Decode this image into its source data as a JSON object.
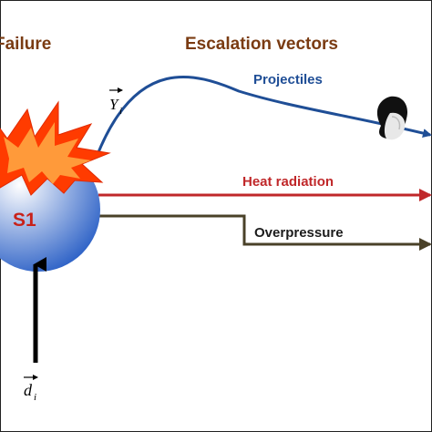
{
  "headings": {
    "left": "Failure",
    "right": "Escalation vectors"
  },
  "source": {
    "label": "S1"
  },
  "vectors": {
    "y": {
      "symbol": "Y",
      "subscript": "i"
    },
    "d": {
      "symbol": "d",
      "subscript": "i"
    }
  },
  "escalation": [
    {
      "key": "projectiles",
      "label": "Projectiles",
      "color": "#1f4e96"
    },
    {
      "key": "heat",
      "label": "Heat radiation",
      "color": "#c0282a"
    },
    {
      "key": "overpressure",
      "label": "Overpressure",
      "color": "#4a4128"
    }
  ],
  "colors": {
    "sphere_light": "#ffffff",
    "sphere_dark": "#2f63c7",
    "burst_outer": "#ff3b00",
    "burst_inner": "#ff9a3a",
    "s1_text": "#c8221a"
  },
  "icons": {
    "fragment": "fragment-icon",
    "burst": "explosion-burst-icon"
  }
}
